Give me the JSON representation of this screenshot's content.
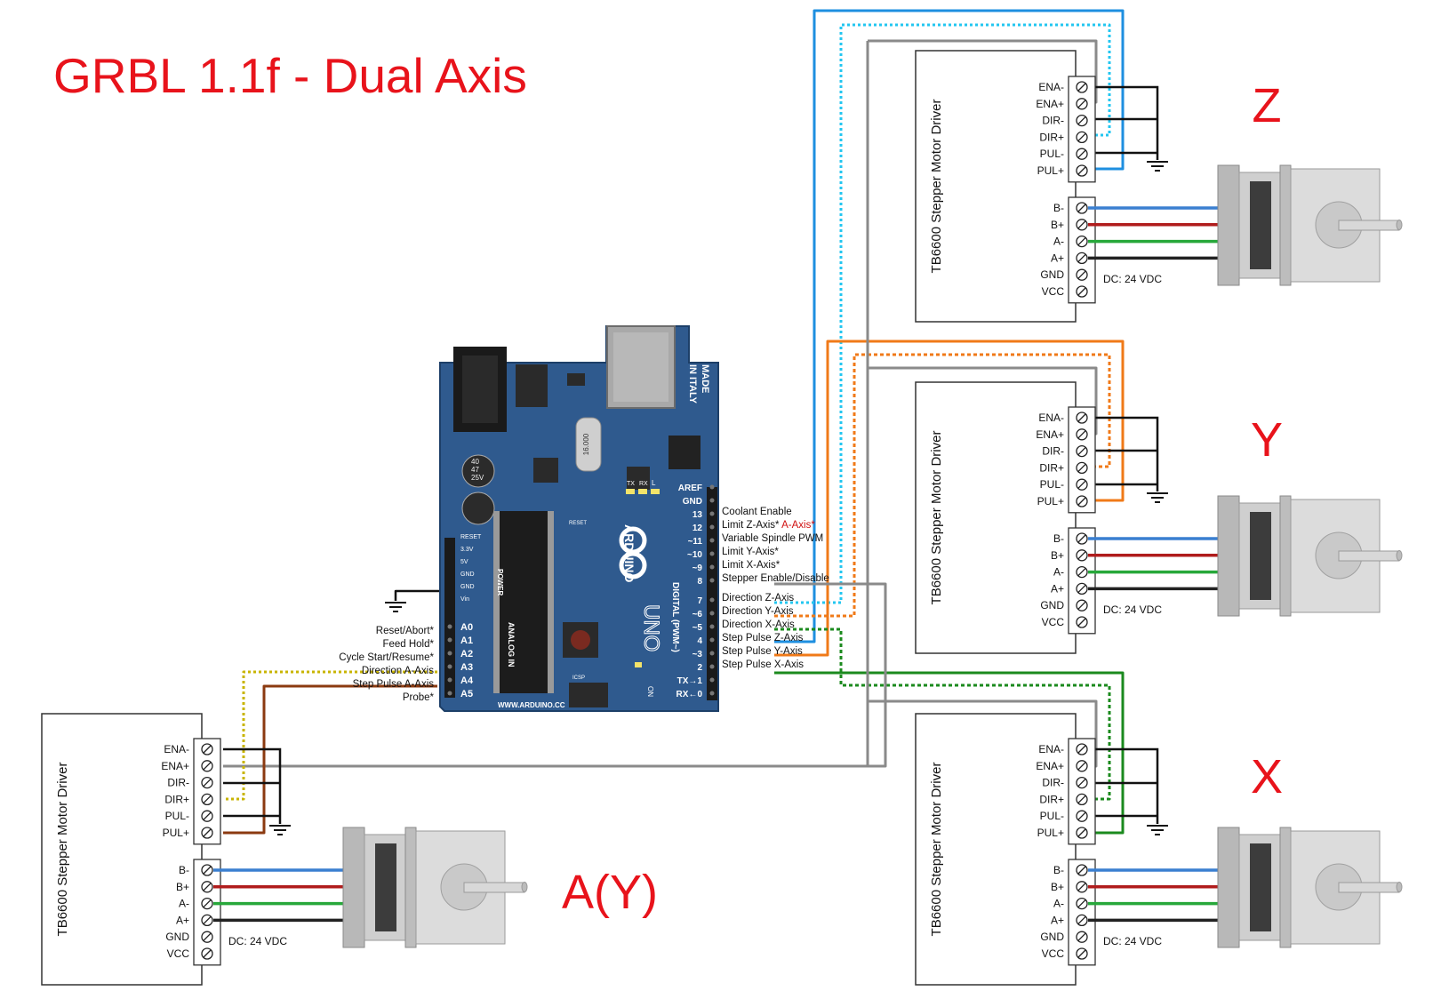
{
  "title": "GRBL 1.1f - Dual Axis",
  "colors": {
    "title": "#e8131b",
    "axis_label": "#e8131b",
    "board": "#2f5a8e",
    "wire_black": "#111111",
    "wire_gray": "#8a8a8a",
    "wire_blue": "#1e8fe0",
    "wire_cyan": "#22c6f0",
    "wire_orange": "#f07a18",
    "wire_yellow": "#f4d000",
    "wire_green": "#1b8a1e",
    "wire_brown": "#8b3a10",
    "coil_blue": "#3a7fd0",
    "coil_red": "#b01c1c",
    "coil_green": "#27a83a",
    "limit_a_axis": "#d01010"
  },
  "driver": {
    "name": "TB6600 Stepper Motor Driver",
    "control_pins": [
      "ENA-",
      "ENA+",
      "DIR-",
      "DIR+",
      "PUL-",
      "PUL+"
    ],
    "motor_pins": [
      "B-",
      "B+",
      "A-",
      "A+",
      "GND",
      "VCC"
    ],
    "power": "DC:  24 VDC"
  },
  "axes": [
    {
      "id": "z",
      "label": "Z"
    },
    {
      "id": "y",
      "label": "Y"
    },
    {
      "id": "x",
      "label": "X"
    },
    {
      "id": "a",
      "label": "A(Y)"
    }
  ],
  "arduino": {
    "pins_digital": [
      "AREF",
      "GND",
      "13",
      "12",
      "~11",
      "~10",
      "~9",
      "8",
      "7",
      "~6",
      "~5",
      "4",
      "~3",
      "2",
      "TX→1",
      "RX←0"
    ],
    "pins_analog": [
      "A0",
      "A1",
      "A2",
      "A3",
      "A4",
      "A5"
    ],
    "power_pins": [
      "RESET",
      "3.3V",
      "5V",
      "GND",
      "GND",
      "Vin"
    ],
    "text_made": "MADE",
    "text_italy": "IN ITALY",
    "text_arduino": "ARDUINO",
    "text_uno": "UNO",
    "text_digital": "DIGITAL (PWM~)",
    "text_analog": "ANALOG IN",
    "text_power": "POWER",
    "text_url": "WWW.ARDUINO.CC",
    "text_crystal": "16.000",
    "text_reset": "RESET",
    "text_on": "ON",
    "text_icsp": "ICSP",
    "text_l": "L",
    "text_tx": "TX",
    "text_rx": "RX",
    "cap_lines": [
      "40",
      "47",
      "25V"
    ]
  },
  "right_labels": {
    "coolant": "Coolant Enable",
    "limit_z": "Limit Z-Axis*",
    "limit_z_a": "A-Axis*",
    "spindle": "Variable Spindle PWM",
    "limit_y": "Limit Y-Axis*",
    "limit_x": "Limit X-Axis*",
    "stepper_enable": "Stepper Enable/Disable",
    "dir_z": "Direction Z-Axis",
    "dir_y": "Direction Y-Axis",
    "dir_x": "Direction X-Axis",
    "step_z": "Step Pulse Z-Axis",
    "step_y": "Step Pulse Y-Axis",
    "step_x": "Step Pulse X-Axis"
  },
  "left_labels": [
    "Reset/Abort*",
    "Feed Hold*",
    "Cycle Start/Resume*",
    "Direction A-Axis",
    "Step Pulse A-Axis",
    "Probe*"
  ]
}
